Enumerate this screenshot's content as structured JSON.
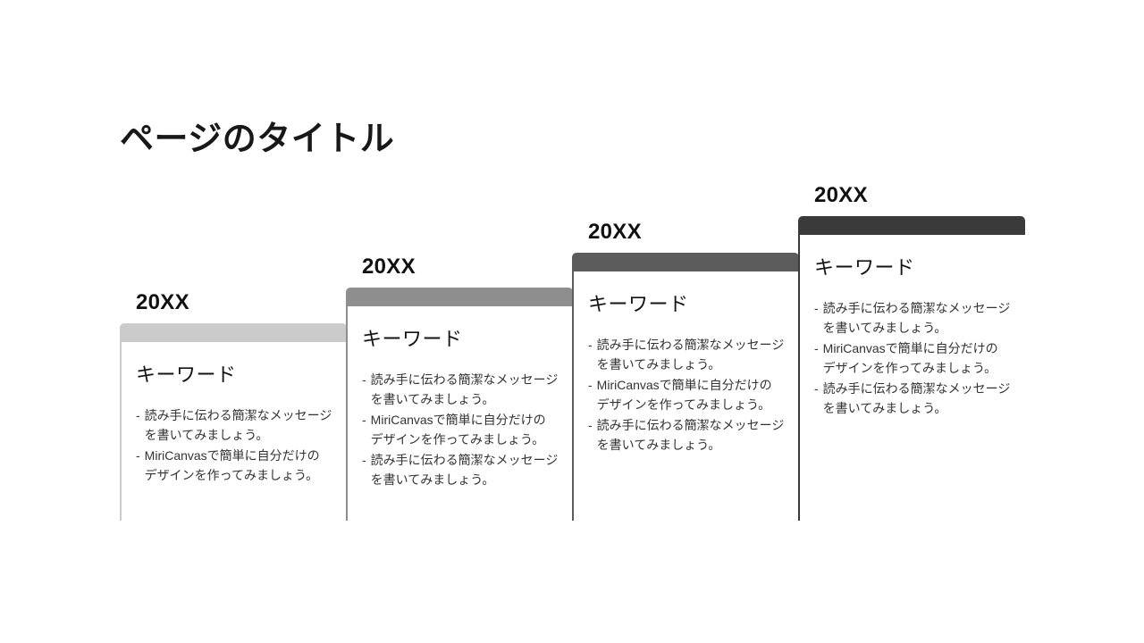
{
  "slide": {
    "title": "ページのタイトル",
    "bullet_marker": "-",
    "background": "#ffffff",
    "steps": [
      {
        "year": "20XX",
        "keyword": "キーワード",
        "bar_color": "#cbcbcb",
        "bullets": [
          "読み手に伝わる簡潔なメッセージ\nを書いてみましょう。",
          "MiriCanvasで簡単に自分だけの\nデザインを作ってみましょう。"
        ]
      },
      {
        "year": "20XX",
        "keyword": "キーワード",
        "bar_color": "#8e8e8e",
        "bullets": [
          "読み手に伝わる簡潔なメッセージ\nを書いてみましょう。",
          "MiriCanvasで簡単に自分だけの\nデザインを作ってみましょう。",
          "読み手に伝わる簡潔なメッセージ\nを書いてみましょう。"
        ]
      },
      {
        "year": "20XX",
        "keyword": "キーワード",
        "bar_color": "#5c5c5c",
        "bullets": [
          "読み手に伝わる簡潔なメッセージ\nを書いてみましょう。",
          "MiriCanvasで簡単に自分だけの\nデザインを作ってみましょう。",
          "読み手に伝わる簡潔なメッセージ\nを書いてみましょう。"
        ]
      },
      {
        "year": "20XX",
        "keyword": "キーワード",
        "bar_color": "#3a3a3a",
        "bullets": [
          "読み手に伝わる簡潔なメッセージ\nを書いてみましょう。",
          "MiriCanvasで簡単に自分だけの\nデザインを作ってみましょう。",
          "読み手に伝わる簡潔なメッセージ\nを書いてみましょう。"
        ]
      }
    ]
  }
}
